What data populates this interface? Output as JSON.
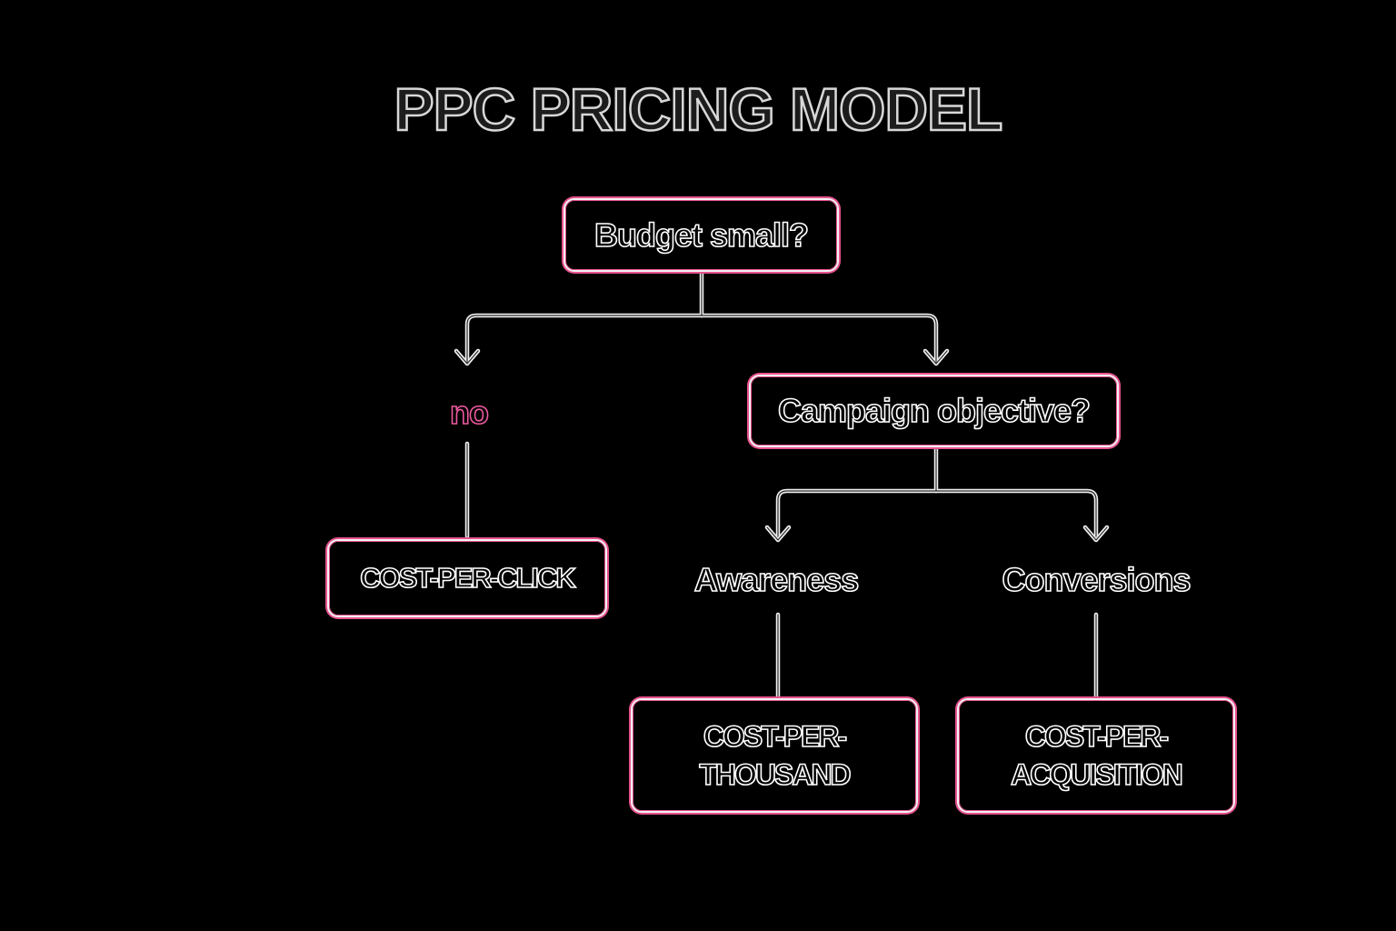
{
  "title": "PPC PRICING MODEL",
  "nodes": {
    "budget": "Budget small?",
    "objective": "Campaign objective?",
    "cpc": "COST-PER-CLICK",
    "cpm_line1": "COST-PER-",
    "cpm_line2": "THOUSAND",
    "cpa_line1": "COST-PER-",
    "cpa_line2": "ACQUISITION"
  },
  "edge_labels": {
    "no": "no",
    "awareness": "Awareness",
    "conversions": "Conversions"
  },
  "colors": {
    "background": "#000000",
    "outline": "#ffffff",
    "accent": "#e7528e"
  }
}
